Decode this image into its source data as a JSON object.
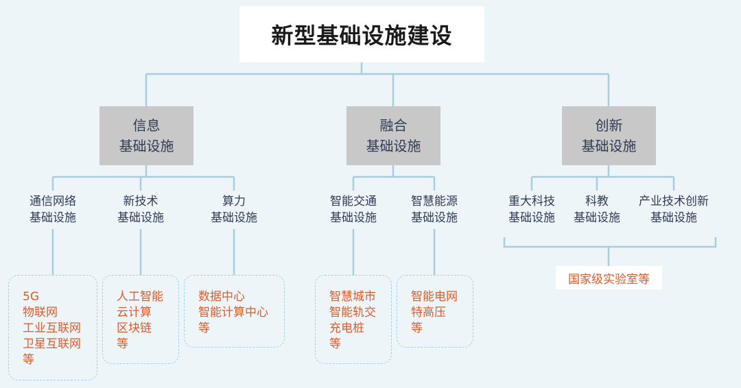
{
  "title": "新型基础设施建设",
  "categories": [
    {
      "name_line1": "信息",
      "name_line2": "基础设施",
      "subs": [
        {
          "line1": "通信网络",
          "line2": "基础设施",
          "examples": [
            "5G",
            "物联网",
            "工业互联网",
            "卫星互联网",
            "等"
          ]
        },
        {
          "line1": "新技术",
          "line2": "基础设施",
          "examples": [
            "人工智能",
            "云计算",
            "区块链",
            "等"
          ]
        },
        {
          "line1": "算力",
          "line2": "基础设施",
          "examples": [
            "数据中心",
            "智能计算中心",
            "等"
          ]
        }
      ]
    },
    {
      "name_line1": "融合",
      "name_line2": "基础设施",
      "subs": [
        {
          "line1": "智能交通",
          "line2": "基础设施",
          "examples": [
            "智慧城市",
            "智能轨交",
            "充电桩",
            "等"
          ]
        },
        {
          "line1": "智慧能源",
          "line2": "基础设施",
          "examples": [
            "智能电网",
            "特高压",
            "等"
          ]
        }
      ]
    },
    {
      "name_line1": "创新",
      "name_line2": "基础设施",
      "subs": [
        {
          "line1": "重大科技",
          "line2": "基础设施"
        },
        {
          "line1": "科教",
          "line2": "基础设施"
        },
        {
          "line1": "产业技术创新",
          "line2": "基础设施"
        }
      ],
      "shared_example": "国家级实验室等"
    }
  ],
  "colors": {
    "background": "#eef5f9",
    "connector": "#a8cde0",
    "category_fill": "#c8c8c8",
    "category_text": "#2f3b52",
    "example_text": "#e05a2a"
  }
}
